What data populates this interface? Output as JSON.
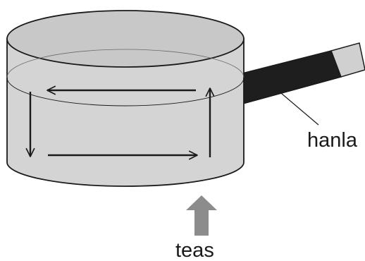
{
  "labels": {
    "handle": "hanla",
    "heat": "teas"
  },
  "colors": {
    "pot_body": "#d4d4d4",
    "pot_rim_inner": "#c8c8c8",
    "handle_dark": "#1e1e1e",
    "handle_tip": "#d0d0d0",
    "heat_arrow": "#8c8c8c",
    "outline": "#1a1a1a"
  },
  "convection_arrows": [
    "left",
    "down",
    "right",
    "up"
  ]
}
